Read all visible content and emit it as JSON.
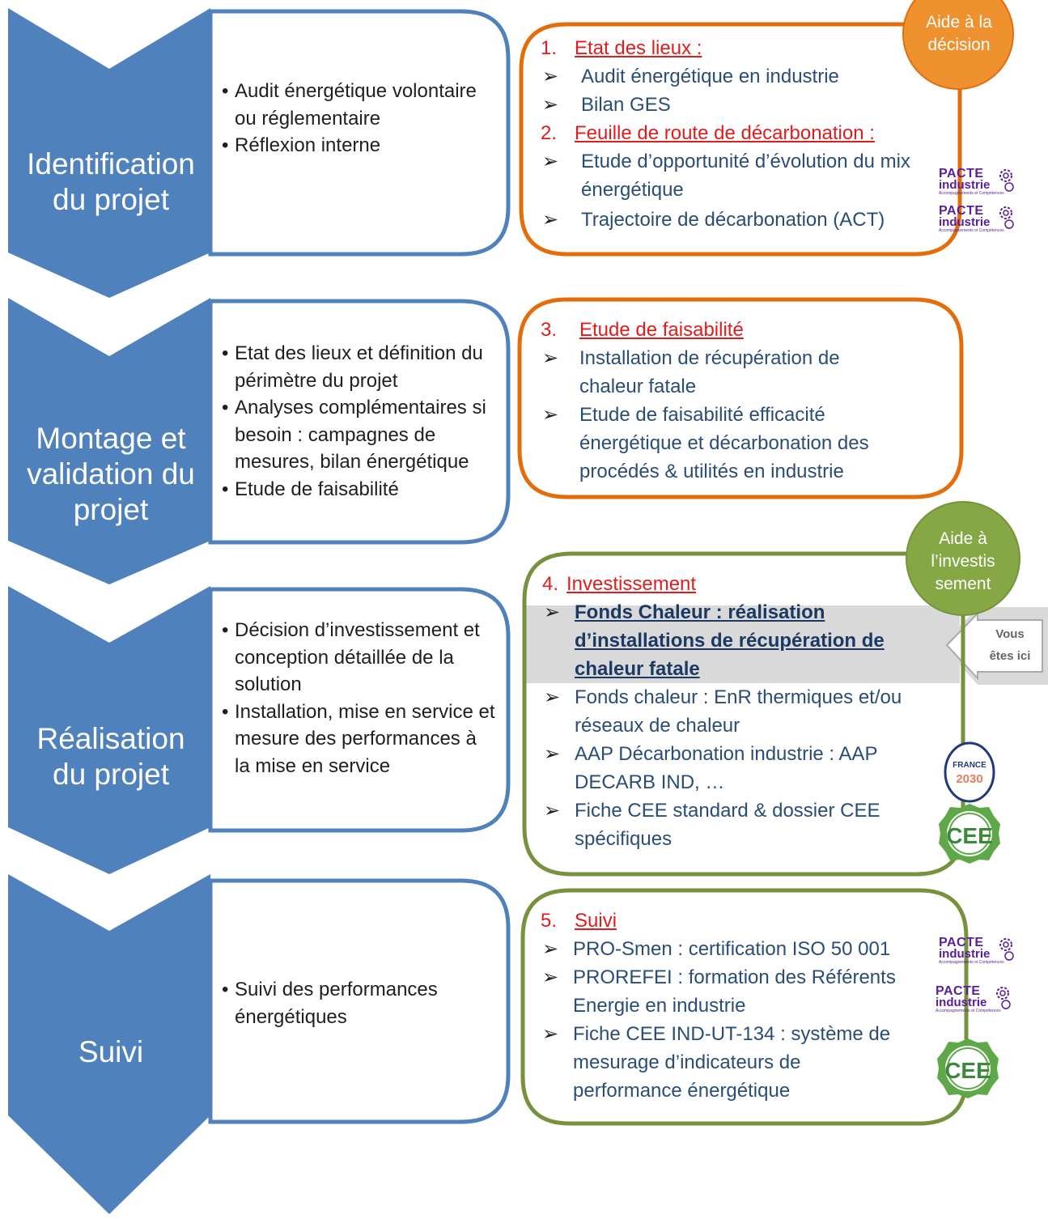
{
  "stages": [
    {
      "label": [
        "Identification",
        "du projet"
      ],
      "items": [
        "Audit énergétique volontaire ou réglementaire",
        "Réflexion interne"
      ]
    },
    {
      "label": [
        "Montage et",
        "validation du",
        "projet"
      ],
      "items": [
        "Etat des lieux et définition du périmètre du projet",
        "Analyses complémentaires si besoin : campagnes de mesures, bilan énergétique",
        "Etude de faisabilité"
      ]
    },
    {
      "label": [
        "Réalisation",
        "du projet"
      ],
      "items": [
        "Décision d’investissement et conception détaillée de la solution",
        "Installation, mise en service  et mesure des performances à la mise en service"
      ]
    },
    {
      "label": [
        "Suivi"
      ],
      "items": [
        "Suivi des performances énergétiques"
      ]
    }
  ],
  "panels": {
    "p1": {
      "num": "1.",
      "title": "Etat des lieux :",
      "items": [
        "Audit énergétique en industrie",
        "Bilan GES"
      ]
    },
    "p2": {
      "num": "2.",
      "title": "Feuille de route de décarbonation :",
      "items": [
        "Etude d’opportunité d’évolution du mix énergétique",
        "Trajectoire de décarbonation (ACT)"
      ]
    },
    "p3": {
      "num": "3.",
      "title": "Etude de faisabilité",
      "items": [
        "Installation de récupération de chaleur fatale",
        "Etude de faisabilité efficacité énergétique et décarbonation des procédés & utilités en industrie"
      ]
    },
    "p4": {
      "num": "4.",
      "title": "Investissement",
      "highlight": "Fonds Chaleur : réalisation d’installations de récupération de chaleur fatale",
      "items": [
        "Fonds chaleur : EnR thermiques et/ou réseaux de chaleur",
        "AAP Décarbonation industrie : AAP DECARB IND, …",
        "Fiche CEE standard & dossier CEE spécifiques"
      ]
    },
    "p5": {
      "num": "5.",
      "title": "Suivi",
      "items": [
        "PRO-Smen : certification ISO 50 001",
        "PROREFEI : formation des Référents Energie en industrie",
        "Fiche CEE IND-UT-134 : système de mesurage d’indicateurs de performance énergétique"
      ]
    }
  },
  "badges": {
    "decision": [
      "Aide à la",
      "décision"
    ],
    "invest": [
      "Aide à",
      "l’investis",
      "sement"
    ],
    "you_are_here": [
      "Vous",
      "êtes ici"
    ]
  },
  "logos": {
    "pacte_line1": "PACTE",
    "pacte_line2": "industrie",
    "pacte_line3": "Accompagnements et Compétences",
    "france_top": "FRANCE",
    "france_bottom": "2030",
    "cee": "CEE"
  },
  "colors": {
    "chevron": "#4f81bd",
    "orange": "#e46c0a",
    "green": "#76923c",
    "red_heading": "#e11c1c",
    "item_text": "#2a4d78",
    "highlight_band": "#d9d9d9",
    "pacte_purple": "#5a1e9c"
  }
}
